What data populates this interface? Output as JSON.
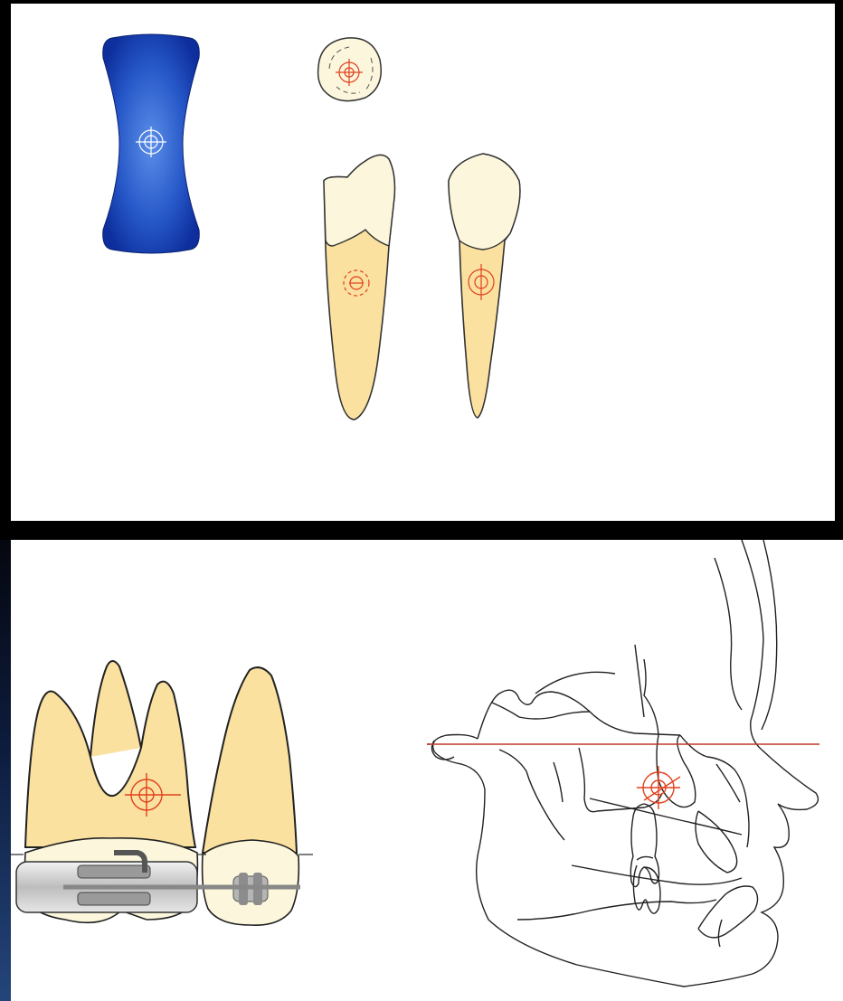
{
  "figure": {
    "background": "#000000",
    "panel_background": "#ffffff",
    "colors": {
      "enamel": "#fbf6dc",
      "root": "#fae1a0",
      "outline": "#333333",
      "target_red": "#e2401c",
      "target_white": "#ffffff",
      "bracket_blue_light": "#5b8ee8",
      "bracket_blue_dark": "#0d2e9c",
      "band_gray": "#cccccc",
      "reference_line_red": "#c0392b",
      "left_strip_blue": "#24457a"
    }
  },
  "top_panel": {
    "items": [
      {
        "name": "bracket-shape",
        "icon": "crosshair-target-white"
      },
      {
        "name": "occlusal-view-tooth",
        "icon": "crosshair-target-red"
      },
      {
        "name": "incisor-tooth",
        "icon": "crosshair-target-red"
      },
      {
        "name": "canine-tooth",
        "icon": "crosshair-target-red"
      }
    ]
  },
  "bottom_panel": {
    "items": [
      {
        "name": "molar-with-band",
        "icon": "crosshair-target-red"
      },
      {
        "name": "premolar-with-bracket",
        "icon": "bracket"
      },
      {
        "name": "cephalometric-tracing",
        "icon": "crosshair-target-red"
      },
      {
        "name": "horizontal-reference-line",
        "icon": "line"
      }
    ]
  }
}
